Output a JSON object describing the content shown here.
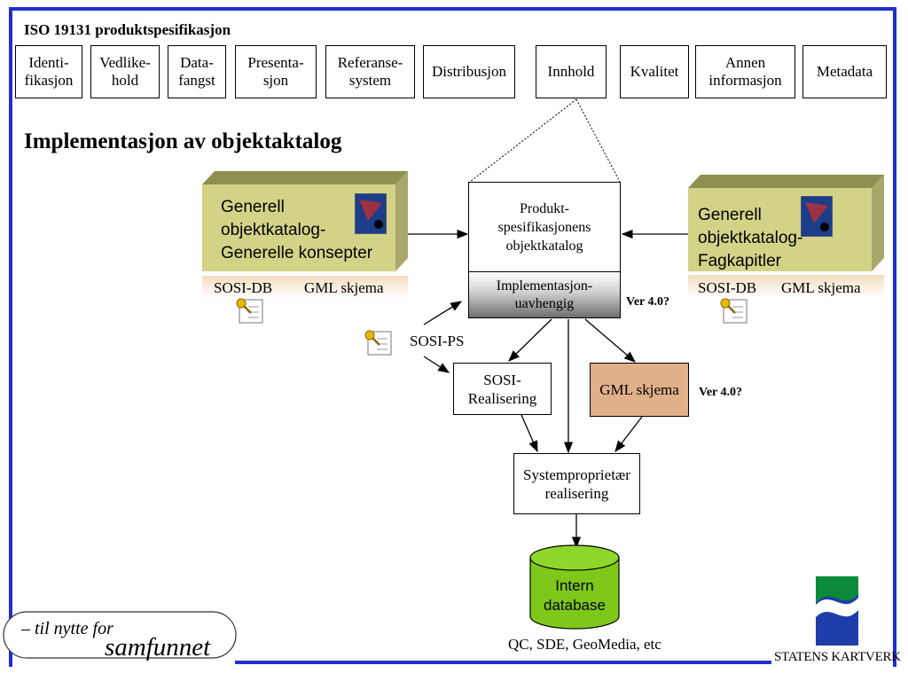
{
  "header": {
    "title": "ISO 19131 produktspesifikasjon"
  },
  "tabs": [
    {
      "label": "Identi-\nfikasjon"
    },
    {
      "label": "Vedlike-\nhold"
    },
    {
      "label": "Data-\nfangst"
    },
    {
      "label": "Presenta-\nsjon"
    },
    {
      "label": "Referanse-\nsystem"
    },
    {
      "label": "Distribusjon"
    },
    {
      "label": "Innhold"
    },
    {
      "label": "Kvalitet"
    },
    {
      "label": "Annen\ninformasjon"
    },
    {
      "label": "Metadata"
    }
  ],
  "main": {
    "title": "Implementasjon av objektaktalog",
    "left_catalog": {
      "text": "Generell\nobjektkatalog-\nGenerelle konsepter",
      "sosi": "SOSI-DB",
      "gml": "GML skjema"
    },
    "right_catalog": {
      "text": "Generell\nobjektkatalog-\nFagkapitler",
      "sosi": "SOSI-DB",
      "gml": "GML skjema"
    },
    "center_box": "Produkt-\nspesifikasjonens\nobjektkatalog",
    "impl_box": "Implementasjon-\nuavhengig",
    "ver1": "Ver 4.0?",
    "sosi_ps": "SOSI-PS",
    "sosi_real": "SOSI-\nRealisering",
    "gml_box": "GML skjema",
    "ver2": "Ver 4.0?",
    "sys_box": "Systemproprietær\nrealisering",
    "database": "Intern\ndatabase",
    "db_caption": "QC, SDE, GeoMedia, etc"
  },
  "footer": {
    "slogan_line1": "– til nytte for",
    "slogan_line2": "samfunnet",
    "org": "STATENS KARTVERK"
  },
  "colors": {
    "frame": "#1f2fd0",
    "olive": "#d3d388",
    "gml_fill": "#e0b089",
    "db_fill": "#7ec81a"
  }
}
